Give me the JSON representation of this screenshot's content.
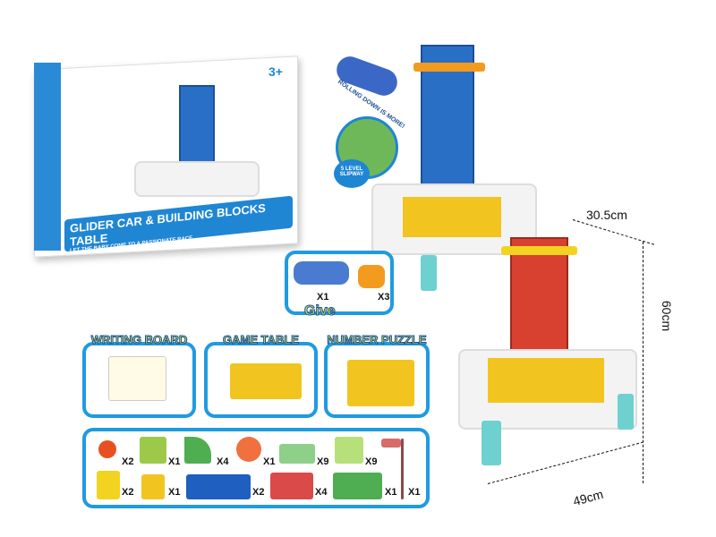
{
  "package": {
    "title": "GLIDER CAR & BUILDING BLOCKS TABLE",
    "subtitle": "LET THE BABY COME TO A PASSIONATE RACE",
    "age": "3+"
  },
  "callout": {
    "text": "ROLLING DOWN IS MORE!",
    "badge": "5 LEVEL SLIPWAY"
  },
  "give": {
    "label": "Give",
    "items": [
      {
        "qty": "X1"
      },
      {
        "qty": "X3"
      }
    ]
  },
  "modes": [
    {
      "label": "WRITING BOARD"
    },
    {
      "label": "GAME TABLE"
    },
    {
      "label": "NUMBER PUZZLE"
    }
  ],
  "parts": {
    "row1": [
      {
        "qty": "X2"
      },
      {
        "qty": "X1"
      },
      {
        "qty": "X4"
      },
      {
        "qty": "X1"
      },
      {
        "qty": "X9"
      },
      {
        "qty": "X9"
      }
    ],
    "row2": [
      {
        "qty": "X2"
      },
      {
        "qty": "X1"
      },
      {
        "qty": "X2"
      },
      {
        "qty": "X4"
      },
      {
        "qty": "X1"
      },
      {
        "qty": "X1"
      }
    ]
  },
  "dimensions": {
    "depth": "30.5cm",
    "height": "60cm",
    "width": "49cm"
  },
  "colors": {
    "accent_blue": "#1f9be0",
    "yellow": "#f2c420",
    "teal": "#6fd0d0"
  }
}
